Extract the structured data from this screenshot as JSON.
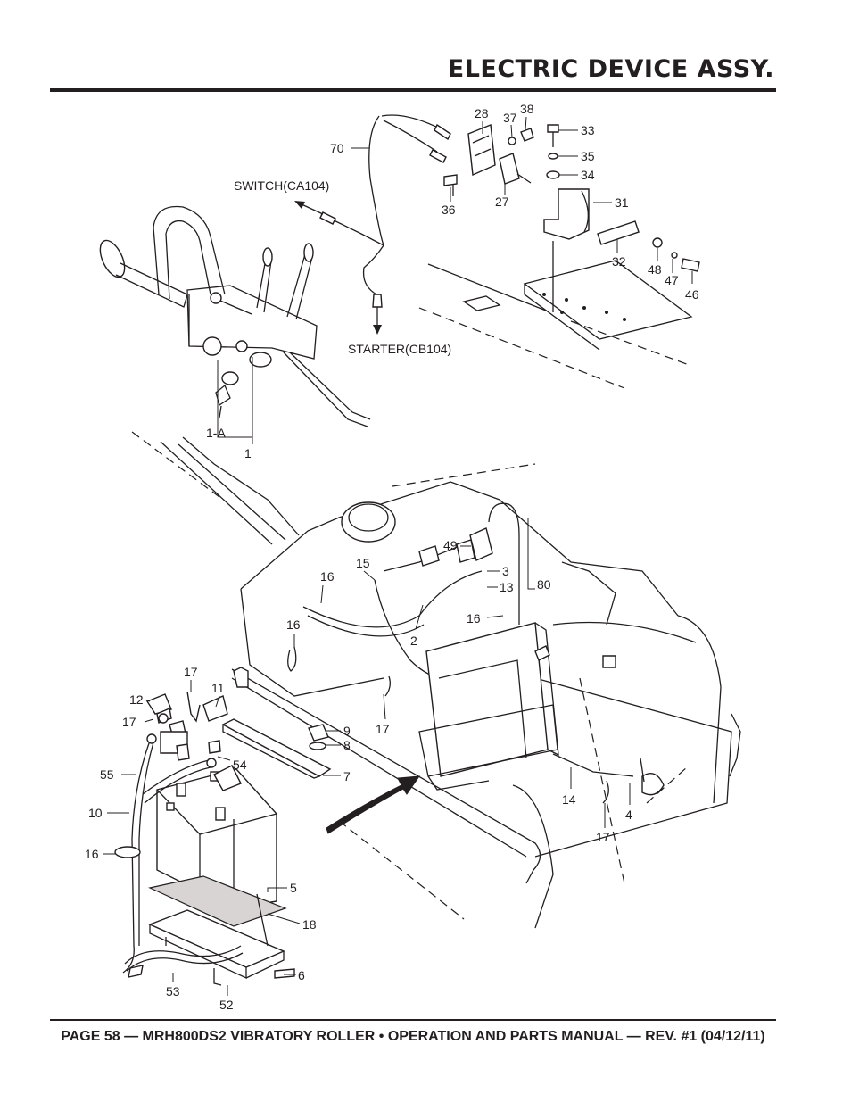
{
  "title": "ELECTRIC DEVICE ASSY.",
  "footer": "PAGE 58 — MRH800DS2 VIBRATORY ROLLER • OPERATION AND PARTS MANUAL — REV. #1 (04/12/11)",
  "diagram": {
    "connection_labels": {
      "switch": "SWITCH(CA104)",
      "starter": "STARTER(CB104)"
    },
    "part_callouts": {
      "p70": "70",
      "p28": "28",
      "p37": "37",
      "p38": "38",
      "p33": "33",
      "p35": "35",
      "p34": "34",
      "p36": "36",
      "p27": "27",
      "p31": "31",
      "p32": "32",
      "p48": "48",
      "p47": "47",
      "p46": "46",
      "p1a": "1-A",
      "p1": "1",
      "p16a": "16",
      "p15": "15",
      "p49": "49",
      "p3": "3",
      "p13": "13",
      "p80": "80",
      "p16b": "16",
      "p16c": "16",
      "p2": "2",
      "p17a": "17",
      "p11": "11",
      "p12": "12",
      "p17b": "17",
      "p9": "9",
      "p8": "8",
      "p7": "7",
      "p17c": "17",
      "p55": "55",
      "p54": "54",
      "p10": "10",
      "p16d": "16",
      "p14": "14",
      "p4": "4",
      "p17d": "17",
      "p5": "5",
      "p18": "18",
      "p6": "6",
      "p53": "53",
      "p52": "52"
    }
  }
}
